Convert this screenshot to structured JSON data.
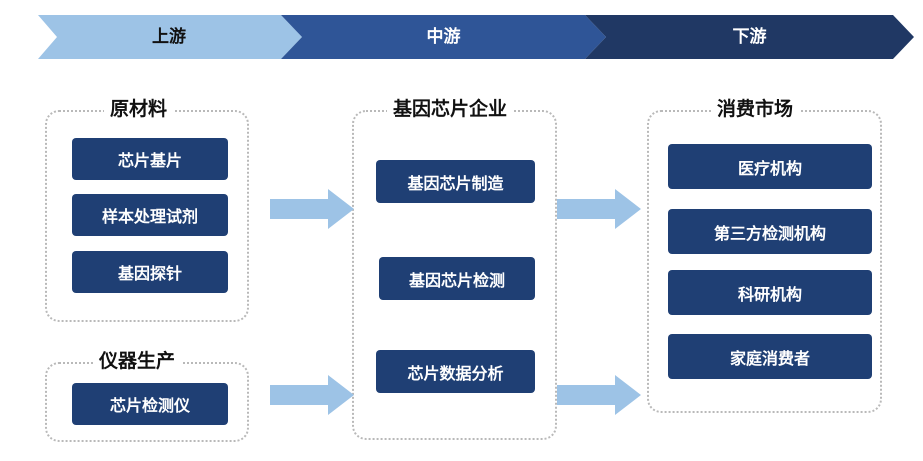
{
  "stages": [
    {
      "label": "上游",
      "color": "#9dc3e6",
      "text_color": "#111111"
    },
    {
      "label": "中游",
      "color": "#2f5597",
      "text_color": "#ffffff"
    },
    {
      "label": "下游",
      "color": "#203864",
      "text_color": "#ffffff"
    }
  ],
  "upstream": {
    "materials": {
      "title": "原材料",
      "items": [
        "芯片基片",
        "样本处理试剂",
        "基因探针"
      ]
    },
    "instruments": {
      "title": "仪器生产",
      "items": [
        "芯片检测仪"
      ]
    }
  },
  "midstream": {
    "title": "基因芯片企业",
    "items": [
      "基因芯片制造",
      "基因芯片检测",
      "芯片数据分析"
    ]
  },
  "downstream": {
    "title": "消费市场",
    "items": [
      "医疗机构",
      "第三方检测机构",
      "科研机构",
      "家庭消费者"
    ]
  },
  "colors": {
    "box_fill": "#1f3f74",
    "arrow_fill": "#9dc3e6",
    "group_border": "#b9b9b9"
  },
  "icons": {
    "flow_arrow": "right-arrow-icon"
  }
}
